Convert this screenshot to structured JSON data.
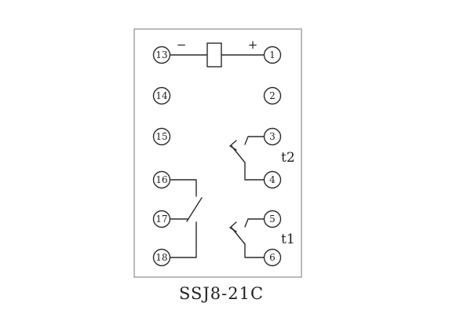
{
  "caption": "SSJ8-21C",
  "schematic": {
    "polarity_minus": "−",
    "polarity_plus": "+",
    "contact_labels": {
      "t2": "t2",
      "t1": "t1"
    },
    "terminals": {
      "left": [
        "13",
        "14",
        "15",
        "16",
        "17",
        "18"
      ],
      "right": [
        "1",
        "2",
        "3",
        "4",
        "5",
        "6"
      ]
    },
    "colors": {
      "line": "#2a2a2a",
      "border": "#8c8c8c",
      "background": "#ffffff"
    }
  }
}
